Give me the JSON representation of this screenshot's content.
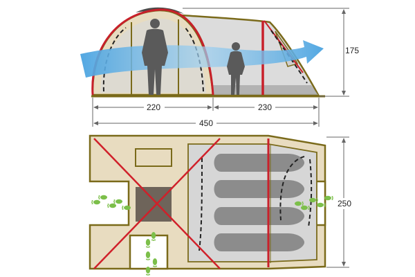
{
  "dimensions": {
    "side_front_length": "220",
    "side_rear_length": "230",
    "total_length": "450",
    "height": "175",
    "width": "250"
  },
  "colors": {
    "tent_fabric": "#e8dcc0",
    "tent_outline": "#7a6a1a",
    "frame_pole": "#c8202a",
    "mesh_panel": "#d9d9d9",
    "floor_groundsheet": "#c9c9c9",
    "airflow": "#4aa3e0",
    "footprints": "#7cbf4a",
    "silhouette": "#5a5a5a",
    "sleeping_bag": "#8c8c8c",
    "cross_mark": "#d0202a"
  },
  "icons": [
    "adult-silhouette-icon",
    "child-silhouette-icon",
    "airflow-arrow-icon",
    "footprints-icon",
    "sleeping-bag-icon",
    "cross-icon"
  ]
}
